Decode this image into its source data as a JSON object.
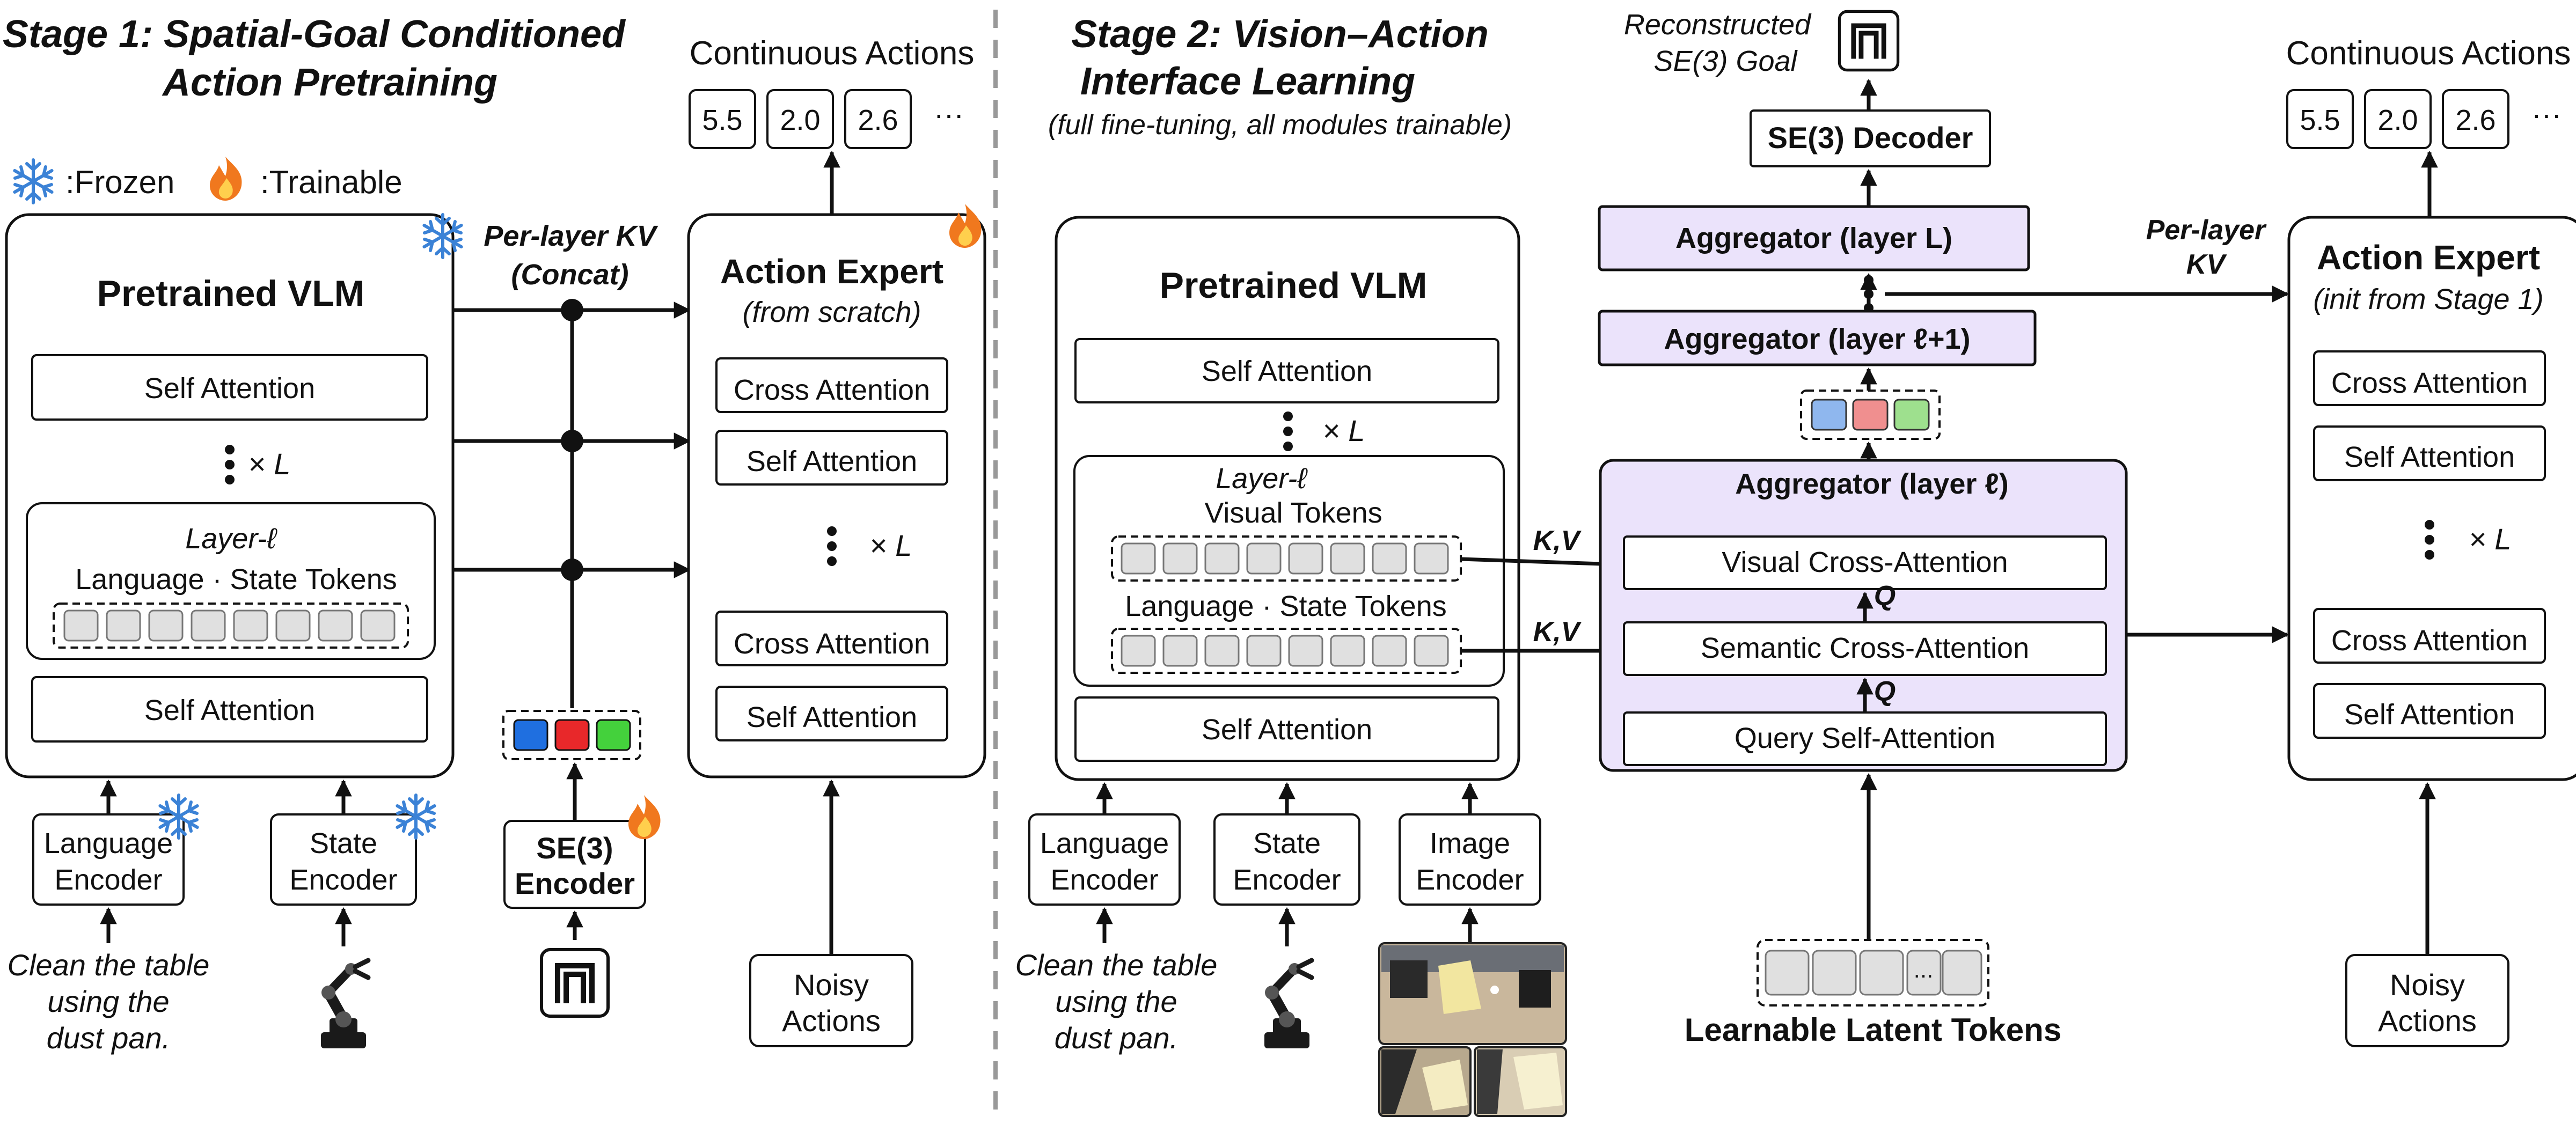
{
  "legend": {
    "frozen": ":Frozen",
    "trainable": ":Trainable"
  },
  "colors": {
    "frozen": "#3b82d6",
    "trainable": "#f0781e",
    "aggregator": "#ebe3fb",
    "token_blue": "#1f6fe0",
    "token_red": "#e8282a",
    "token_green": "#44d13c",
    "token_blue_light": "#8fb7ee",
    "token_red_light": "#f08f8f",
    "token_green_light": "#9ee08e"
  },
  "stage1": {
    "title_line1": "Stage 1: Spatial-Goal Conditioned",
    "title_line2": "Action Pretraining",
    "vlm": {
      "title": "Pretrained VLM",
      "self_attention_top": "Self Attention",
      "repeat": "× L",
      "layer_label": "Layer-ℓ",
      "tokens_label": "Language · State Tokens",
      "self_attention_bottom": "Self Attention"
    },
    "kv_label_line1": "Per-layer KV",
    "kv_label_line2": "(Concat)",
    "action_expert": {
      "title": "Action Expert",
      "subtitle": "(from scratch)",
      "cross_attention_1": "Cross Attention",
      "self_attention_1": "Self Attention",
      "repeat": "× L",
      "cross_attention_2": "Cross Attention",
      "self_attention_2": "Self Attention"
    },
    "continuous_actions": {
      "label": "Continuous Actions",
      "values": [
        "5.5",
        "2.0",
        "2.6"
      ],
      "ellipsis": "···"
    },
    "language_encoder": {
      "line1": "Language",
      "line2": "Encoder"
    },
    "state_encoder": {
      "line1": "State",
      "line2": "Encoder"
    },
    "se3_encoder": {
      "line1": "SE(3)",
      "line2": "Encoder"
    },
    "noisy_actions": {
      "line1": "Noisy",
      "line2": "Actions"
    },
    "instruction": [
      "Clean the table",
      "using the",
      "dust pan."
    ]
  },
  "stage2": {
    "title_line1": "Stage 2: Vision–Action",
    "title_line2": "Interface Learning",
    "subtitle": "(full fine-tuning, all modules trainable)",
    "vlm": {
      "title": "Pretrained VLM",
      "self_attention_top": "Self Attention",
      "repeat": "× L",
      "layer_label": "Layer-ℓ",
      "visual_tokens_label": "Visual Tokens",
      "tokens_label": "Language · State Tokens",
      "self_attention_bottom": "Self Attention"
    },
    "kv1": "K,V",
    "kv2": "K,V",
    "q1": "Q",
    "q2": "Q",
    "reconstructed_line1": "Reconstructed",
    "reconstructed_line2": "SE(3) Goal",
    "se3_decoder": "SE(3) Decoder",
    "aggregator_L": "Aggregator  (layer L)",
    "aggregator_l1": "Aggregator  (layer ℓ+1)",
    "aggregator_l": {
      "title": "Aggregator  (layer ℓ)",
      "visual_cross": "Visual Cross-Attention",
      "semantic_cross": "Semantic Cross-Attention",
      "query_self": "Query Self-Attention"
    },
    "per_layer_kv_line1": "Per-layer",
    "per_layer_kv_line2": "KV",
    "action_expert": {
      "title": "Action Expert",
      "subtitle": "(init from Stage 1)",
      "cross_attention_1": "Cross Attention",
      "self_attention_1": "Self Attention",
      "repeat": "× L",
      "cross_attention_2": "Cross Attention",
      "self_attention_2": "Self Attention"
    },
    "continuous_actions": {
      "label": "Continuous Actions",
      "values": [
        "5.5",
        "2.0",
        "2.6"
      ],
      "ellipsis": "···"
    },
    "language_encoder": {
      "line1": "Language",
      "line2": "Encoder"
    },
    "state_encoder": {
      "line1": "State",
      "line2": "Encoder"
    },
    "image_encoder": {
      "line1": "Image",
      "line2": "Encoder"
    },
    "noisy_actions": {
      "line1": "Noisy",
      "line2": "Actions"
    },
    "instruction": [
      "Clean the table",
      "using the",
      "dust pan."
    ],
    "learnable_tokens_label": "Learnable Latent Tokens",
    "latent_ellipsis": "..."
  }
}
